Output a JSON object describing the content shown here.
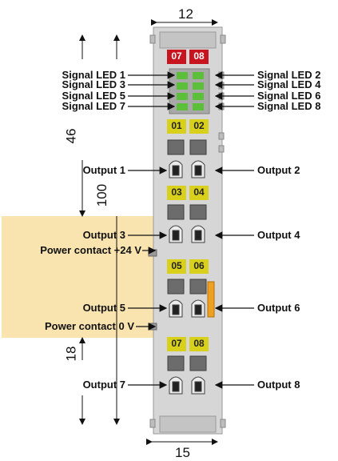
{
  "dimensions": {
    "top_width": "12",
    "bottom_width": "15",
    "height_upper": "46",
    "height_total": "100",
    "height_lower": "18"
  },
  "signal_leds": {
    "led1": "Signal LED 1",
    "led2": "Signal LED 2",
    "led3": "Signal LED 3",
    "led4": "Signal LED 4",
    "led5": "Signal LED 5",
    "led6": "Signal LED 6",
    "led7": "Signal LED 7",
    "led8": "Signal LED 8"
  },
  "outputs": {
    "o1": "Output 1",
    "o2": "Output 2",
    "o3": "Output 3",
    "o4": "Output 4",
    "o5": "Output 5",
    "o6": "Output 6",
    "o7": "Output 7",
    "o8": "Output 8"
  },
  "power": {
    "plus24": "Power contact +24 V",
    "zero": "Power contact 0 V"
  },
  "module_tags": {
    "red1": "07",
    "red2": "08",
    "t1": "01",
    "t2": "02",
    "t3": "03",
    "t4": "04",
    "t5": "05",
    "t6": "06",
    "t7": "07",
    "t8": "08"
  },
  "colors": {
    "highlight": "#f9e4b0",
    "module": "#d6d6d6",
    "red_tag": "#c8141e",
    "yellow_tag": "#d8d01a",
    "led_green": "#5bbf3a",
    "orange_strip": "#f0a020"
  }
}
